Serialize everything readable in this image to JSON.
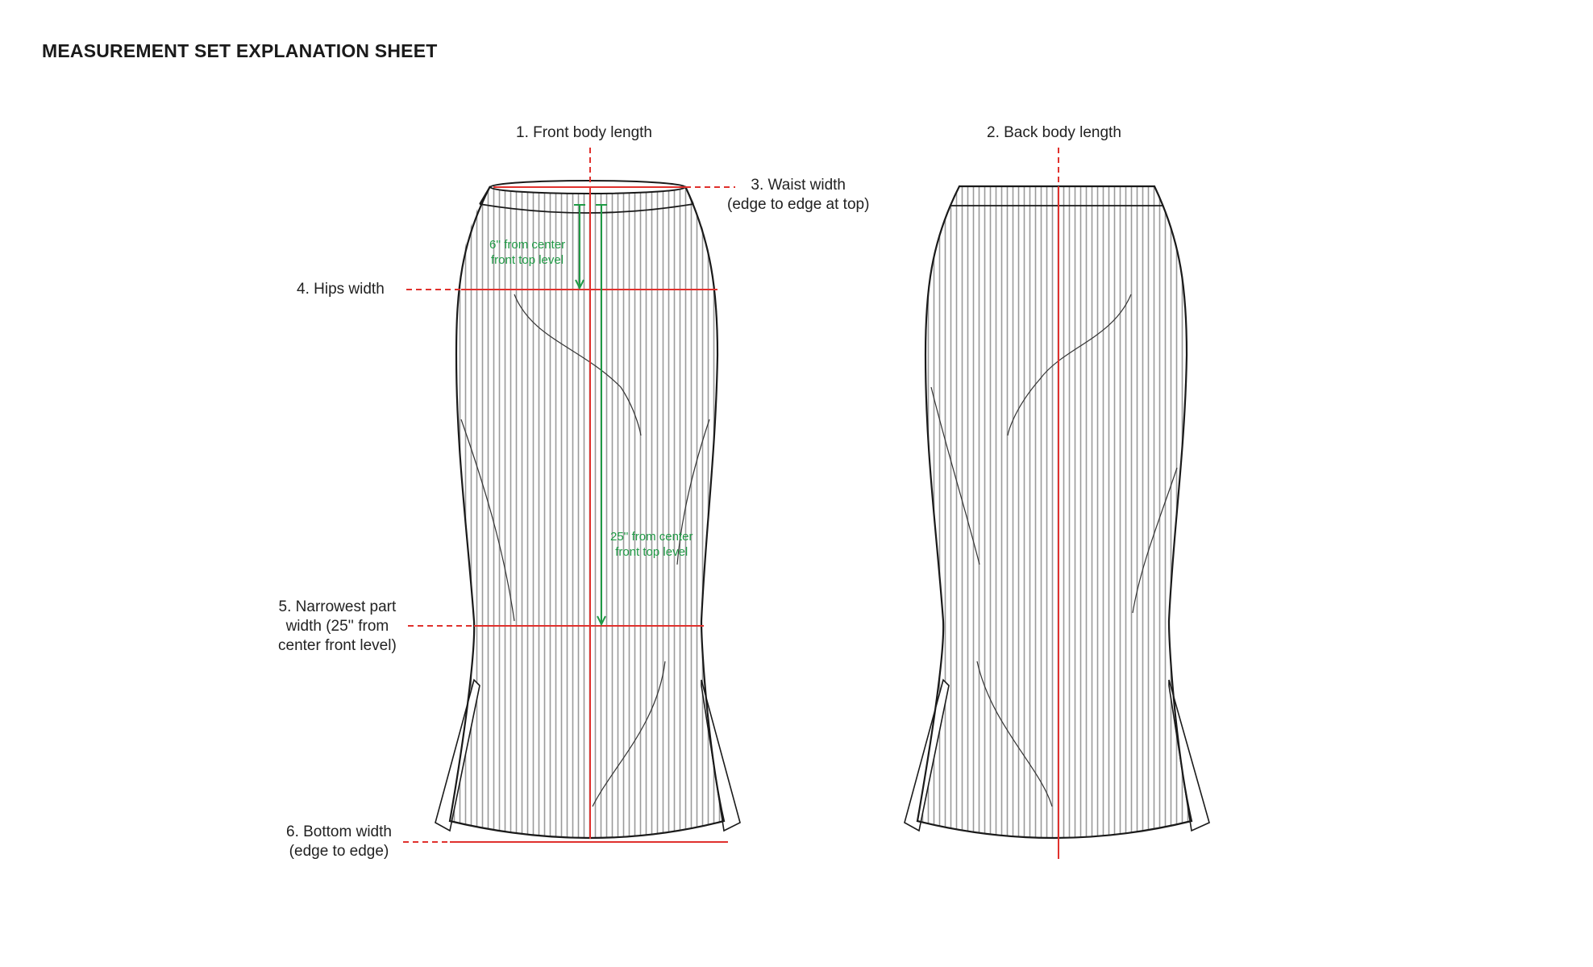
{
  "sheet_title": "MEASUREMENT SET EXPLANATION SHEET",
  "measurements": {
    "front_body_length": "1. Front body length",
    "back_body_length": "2. Back body length",
    "waist_width": "3. Waist width\n(edge to edge at top)",
    "hips_width": "4. Hips width",
    "narrowest_width": "5. Narrowest part\nwidth (25'' from\ncenter front level)",
    "bottom_width": "6. Bottom width\n(edge to edge)"
  },
  "annotations": {
    "hips_offset": "6'' from center\nfront top level",
    "narrow_offset": "25'' from center\nfront top level"
  },
  "colors": {
    "measure_line": "#e0312d",
    "offset_arrow": "#1f9a45",
    "outline": "#1a1a1a",
    "rib": "#9a9a9a"
  }
}
